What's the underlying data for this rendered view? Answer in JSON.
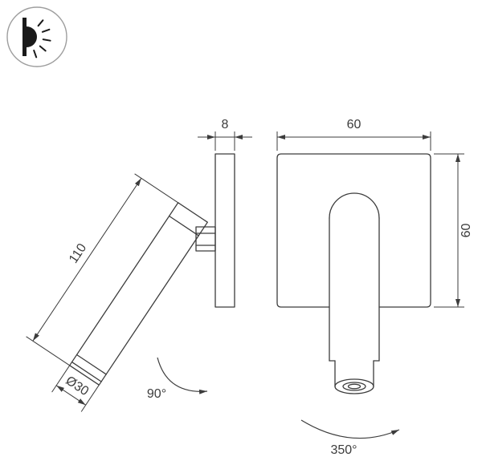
{
  "drawing": {
    "side_view": {
      "body_length_mm": "110",
      "body_diameter_mm": "Ø30",
      "plate_thickness_mm": "8",
      "tilt_angle": "90°"
    },
    "front_view": {
      "plate_width_mm": "60",
      "plate_height_mm": "60",
      "rotation_angle": "350°"
    }
  },
  "icon": {
    "name": "wall-mounted-light-indicator"
  },
  "colors": {
    "line": "#3c3c3c",
    "icon": "#1a1a1a",
    "icon_ring": "#9e9e9e",
    "background": "#ffffff"
  }
}
